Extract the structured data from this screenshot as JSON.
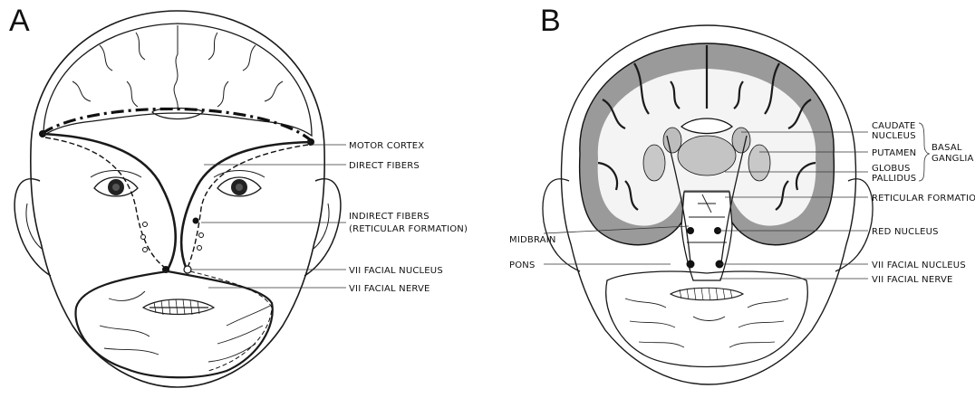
{
  "panels": [
    {
      "letter": "A"
    },
    {
      "letter": "B"
    }
  ],
  "panel_a": {
    "labels": {
      "motor_cortex": "MOTOR CORTEX",
      "direct_fibers": "DIRECT FIBERS",
      "indirect_fibers_1": "INDIRECT FIBERS",
      "indirect_fibers_2": "(RETICULAR FORMATION)",
      "facial_nucleus": "VII FACIAL NUCLEUS",
      "facial_nerve": "VII FACIAL NERVE"
    }
  },
  "panel_b": {
    "labels": {
      "caudate_1": "CAUDATE",
      "caudate_2": "NUCLEUS",
      "putamen": "PUTAMEN",
      "globus_1": "GLOBUS",
      "globus_2": "PALLIDUS",
      "basal_1": "BASAL",
      "basal_2": "GANGLIA",
      "reticular": "RETICULAR FORMATION",
      "red_nucleus": "RED NUCLEUS",
      "midbrain": "MIDBRAIN",
      "pons": "PONS",
      "facial_nucleus": "VII FACIAL NUCLEUS",
      "facial_nerve": "VII FACIAL NERVE"
    }
  }
}
